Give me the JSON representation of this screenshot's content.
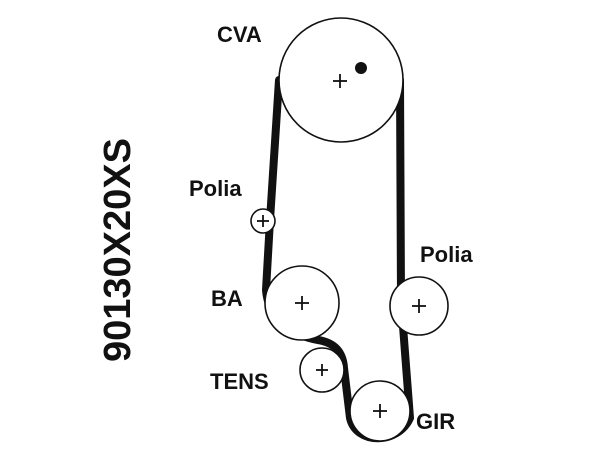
{
  "part_code": "90130X20XS",
  "labels": {
    "cva": "CVA",
    "polia_left": "Polia",
    "polia_right": "Polia",
    "ba": "BA",
    "tens": "TENS",
    "gir": "GIR"
  },
  "colors": {
    "ink": "#111111",
    "background": "#ffffff"
  },
  "icons": {
    "center_marker": "plus-cross",
    "timing_mark": "filled-dot"
  }
}
